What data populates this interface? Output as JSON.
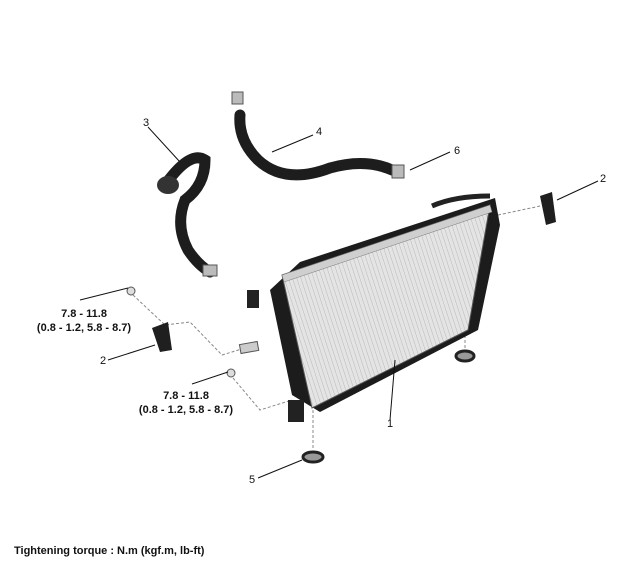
{
  "callouts": {
    "radiator": "1",
    "bracket_left": "2",
    "bracket_right": "2",
    "upper_hose": "3",
    "lower_hose": "4",
    "mount_insulator": "5",
    "clamp": "6"
  },
  "torque": {
    "upper_value": "7.8 - 11.8",
    "upper_units": "(0.8 - 1.2, 5.8 - 8.7)",
    "lower_value": "7.8 - 11.8",
    "lower_units": "(0.8 - 1.2, 5.8 - 8.7)"
  },
  "footer": "Tightening torque : N.m (kgf.m, lb-ft)"
}
